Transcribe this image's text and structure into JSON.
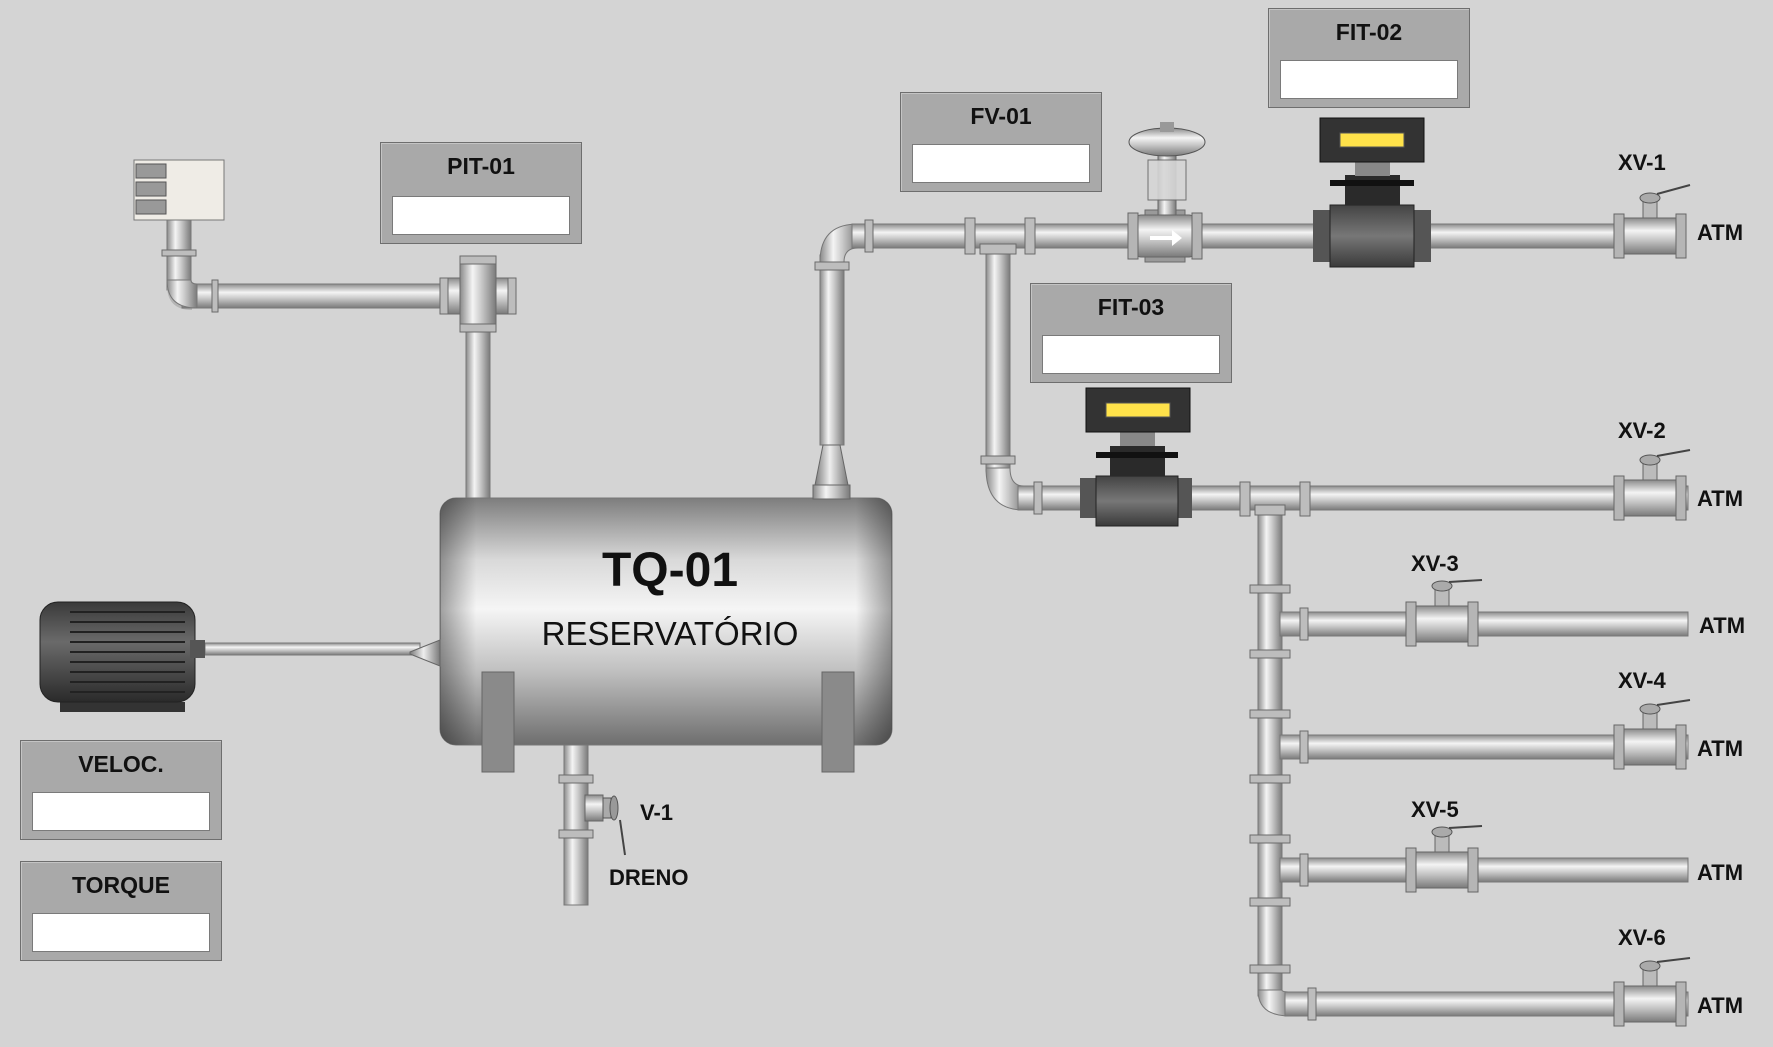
{
  "tank": {
    "tag": "TQ-01",
    "name": "RESERVATÓRIO"
  },
  "instruments": {
    "pit01": {
      "tag": "PIT-01",
      "value": ""
    },
    "fv01": {
      "tag": "FV-01",
      "value": ""
    },
    "fit02": {
      "tag": "FIT-02",
      "value": ""
    },
    "fit03": {
      "tag": "FIT-03",
      "value": ""
    }
  },
  "motor": {
    "speed": {
      "label": "VELOC.",
      "value": ""
    },
    "torque": {
      "label": "TORQUE",
      "value": ""
    }
  },
  "drain": {
    "valve": "V-1",
    "label": "DRENO"
  },
  "outlets": [
    {
      "valve": "XV-1",
      "atm": "ATM"
    },
    {
      "valve": "XV-2",
      "atm": "ATM"
    },
    {
      "valve": "XV-3",
      "atm": "ATM"
    },
    {
      "valve": "XV-4",
      "atm": "ATM"
    },
    {
      "valve": "XV-5",
      "atm": "ATM"
    },
    {
      "valve": "XV-6",
      "atm": "ATM"
    }
  ],
  "colors": {
    "background": "#d4d4d4",
    "panel": "#a9a9a9",
    "pipe": "#bdbdbd",
    "flow_display": "#ffe24a"
  }
}
